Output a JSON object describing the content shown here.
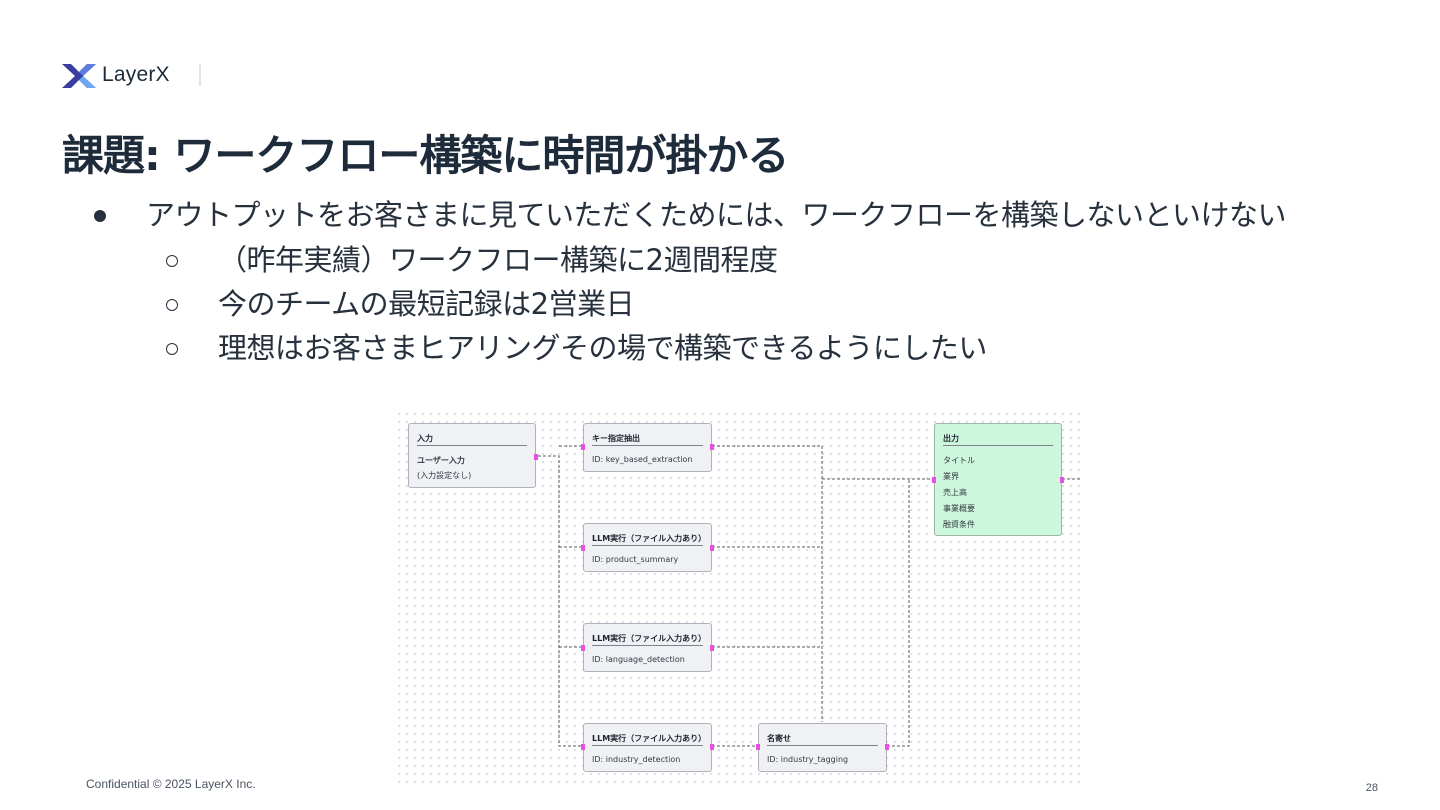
{
  "brand": {
    "name": "LayerX",
    "logo_icon": "layerx-logo-icon"
  },
  "title": "課題: ワークフロー構築に時間が掛かる",
  "bullets": {
    "main": "アウトプットをお客さまに見ていただくためには、ワークフローを構築しないといけない",
    "subs": [
      "（昨年実績）ワークフロー構築に2週間程度",
      "今のチームの最短記録は2営業日",
      "理想はお客さまヒアリングその場で構築できるようにしたい"
    ]
  },
  "diagram": {
    "input": {
      "header": "入力",
      "field1": "ユーザー入力",
      "field2": "(入力設定なし)"
    },
    "key_extraction": {
      "header": "キー指定抽出",
      "id": "ID: key_based_extraction"
    },
    "llm1": {
      "header": "LLM実行（ファイル入力あり）",
      "id": "ID: product_summary"
    },
    "llm2": {
      "header": "LLM実行（ファイル入力あり）",
      "id": "ID: language_detection"
    },
    "llm3": {
      "header": "LLM実行（ファイル入力あり）",
      "id": "ID: industry_detection"
    },
    "naming": {
      "header": "名寄せ",
      "id": "ID: industry_tagging"
    },
    "output": {
      "header": "出力",
      "fields": [
        "タイトル",
        "業界",
        "売上高",
        "事業概要",
        "融資条件"
      ]
    },
    "colors": {
      "node_bg": "#f0f1f4",
      "output_bg": "#cdf7dc",
      "port": "#e94fe0"
    }
  },
  "footer": {
    "confidential": "Confidential © 2025 LayerX Inc.",
    "page": "28"
  }
}
